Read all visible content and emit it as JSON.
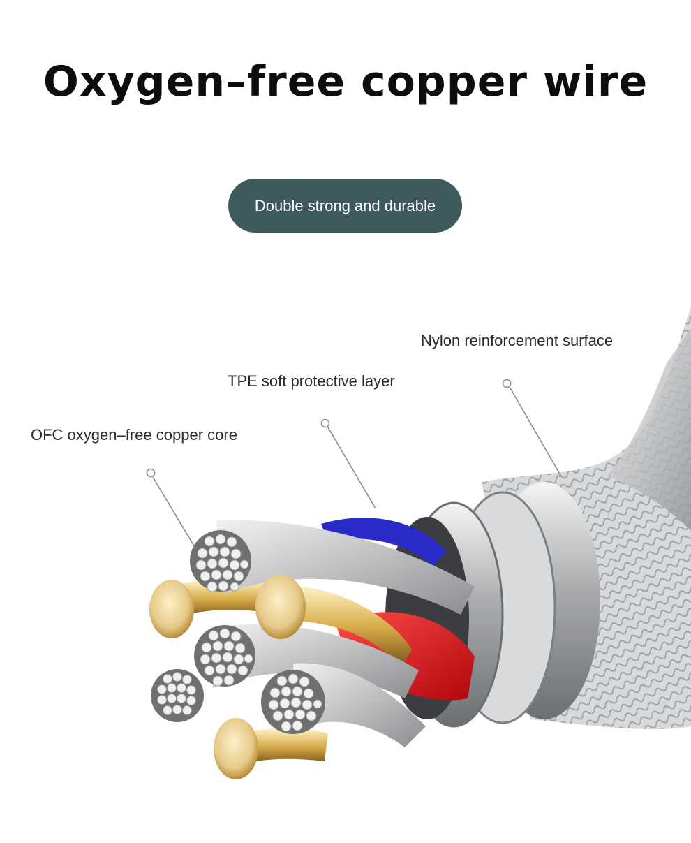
{
  "title": "Oxygen–free copper wire",
  "badge": "Double strong and durable",
  "callouts": {
    "nylon": "Nylon reinforcement surface",
    "tpe": "TPE soft protective layer",
    "ofc": "OFC oxygen–free copper core"
  },
  "colors": {
    "badge_bg": "#3f5a5c",
    "tpe_blue": "#2a2ac8",
    "tpe_red": "#e0121a",
    "copper_gold": "#e8cf8e",
    "braid_gray": "#cfd1d3"
  },
  "image": "cable-cross-section-illustration"
}
